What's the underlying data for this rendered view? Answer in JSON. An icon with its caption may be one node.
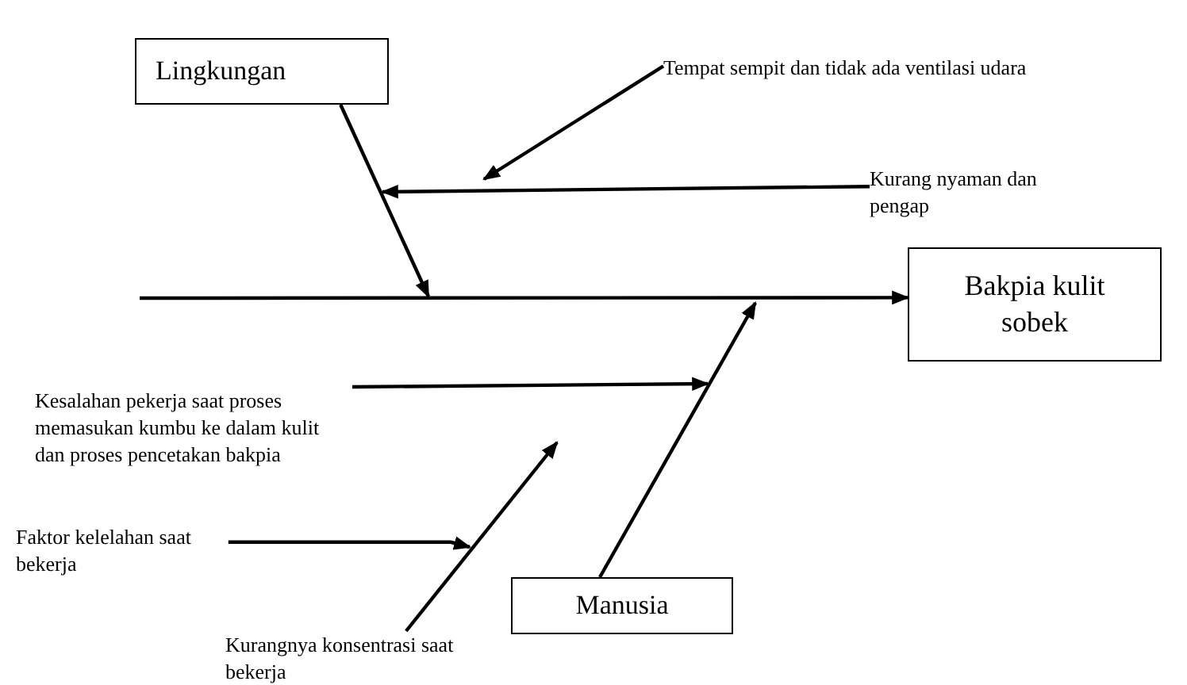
{
  "diagram": {
    "nodes": [
      {
        "text": [
          "Lingkungan"
        ]
      },
      {
        "text": [
          "Tempat sempit dan tidak ada ventilasi udara"
        ]
      },
      {
        "text": [
          "Kurang nyaman dan pengap"
        ]
      },
      {
        "text": [
          "Bakpia kulit sobek"
        ]
      },
      {
        "text": [
          "Kesalahan pekerja saat proses memasukan kumbu ke dalam kulit dan proses pencetakan bakpia"
        ]
      },
      {
        "text": [
          "Faktor kelelahan saat bekerja"
        ]
      },
      {
        "text": [
          "Kurangnya konsentrasi saat bekerja"
        ]
      },
      {
        "text": [
          "Manusia"
        ]
      }
    ],
    "edges": [
      {
        "from": null,
        "to": 3,
        "arrow": "to"
      },
      {
        "from": 0,
        "to": null,
        "arrow": "to"
      },
      {
        "from": 1,
        "to": null,
        "arrow": "to"
      },
      {
        "from": 2,
        "to": null,
        "arrow": "to"
      },
      {
        "from": 7,
        "to": null,
        "arrow": "to"
      },
      {
        "from": 4,
        "to": null,
        "arrow": "to"
      },
      {
        "from": 6,
        "to": null,
        "arrow": "to"
      },
      {
        "from": 5,
        "to": null,
        "arrow": "to"
      }
    ]
  }
}
